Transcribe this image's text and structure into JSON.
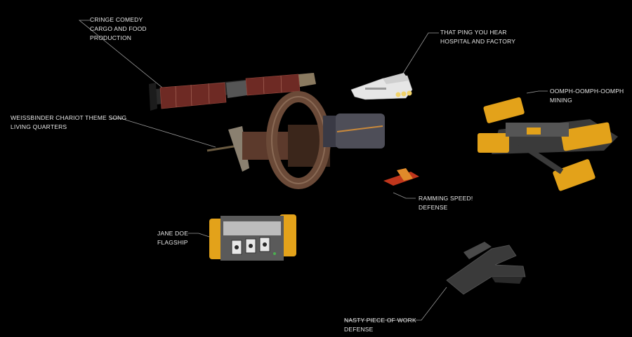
{
  "ships": [
    {
      "name": "CRINGE COMEDY",
      "role": "CARGO AND FOOD PRODUCTION"
    },
    {
      "name": "THAT PING YOU HEAR",
      "role": "HOSPITAL AND FACTORY"
    },
    {
      "name": "OOMPH-OOMPH-OOMPH",
      "role": "MINING"
    },
    {
      "name": "WEISSBINDER CHARIOT THEME SONG",
      "role": "LIVING QUARTERS"
    },
    {
      "name": "RAMMING SPEED!",
      "role": "DEFENSE"
    },
    {
      "name": "JANE DOE",
      "role": "FLAGSHIP"
    },
    {
      "name": "NASTY PIECE OF WORK",
      "role": "DEFENSE"
    }
  ],
  "colors": {
    "background": "#000000",
    "label_text": "#e8e8e8",
    "leader_line": "#9a9a9a",
    "yellow_hull": "#e3a21a",
    "rust_hull": "#6e2a24",
    "white_hull": "#e6e6e6",
    "dark_hull": "#3a3a3a"
  }
}
